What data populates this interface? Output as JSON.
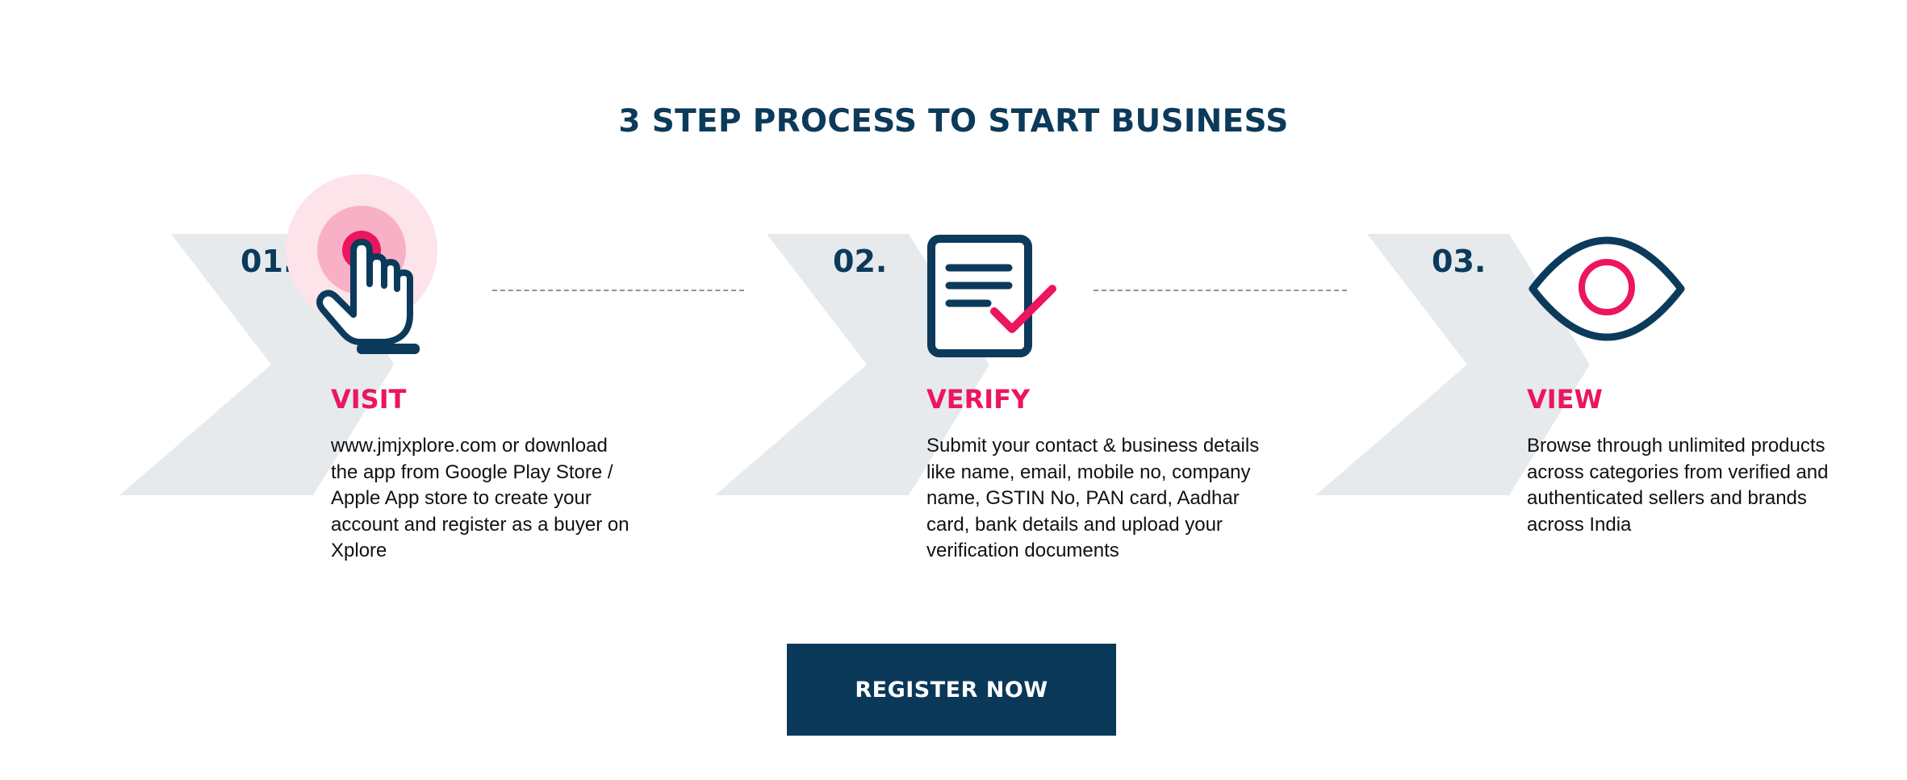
{
  "page": {
    "title": "3 STEP PROCESS TO START BUSINESS"
  },
  "steps": [
    {
      "number": "01.",
      "title": "VISIT",
      "icon": "pointer-hand-icon",
      "description": "www.jmjxplore.com or download the app from Google Play Store / Apple App store to create your account and register as a buyer on Xplore"
    },
    {
      "number": "02.",
      "title": "VERIFY",
      "icon": "document-check-icon",
      "description": "Submit your contact & business details like name, email, mobile no, company name, GSTIN No, PAN card, Aadhar card, bank details and upload your verification documents"
    },
    {
      "number": "03.",
      "title": "VIEW",
      "icon": "eye-icon",
      "description": "Browse through unlimited products across categories from verified and authenticated sellers and brands across India"
    }
  ],
  "cta": {
    "label": "REGISTER NOW"
  },
  "colors": {
    "navy": "#0b3a5b",
    "pink": "#ec155e",
    "chevron_gray": "#e6eaed",
    "button_bg": "#0a3859"
  }
}
